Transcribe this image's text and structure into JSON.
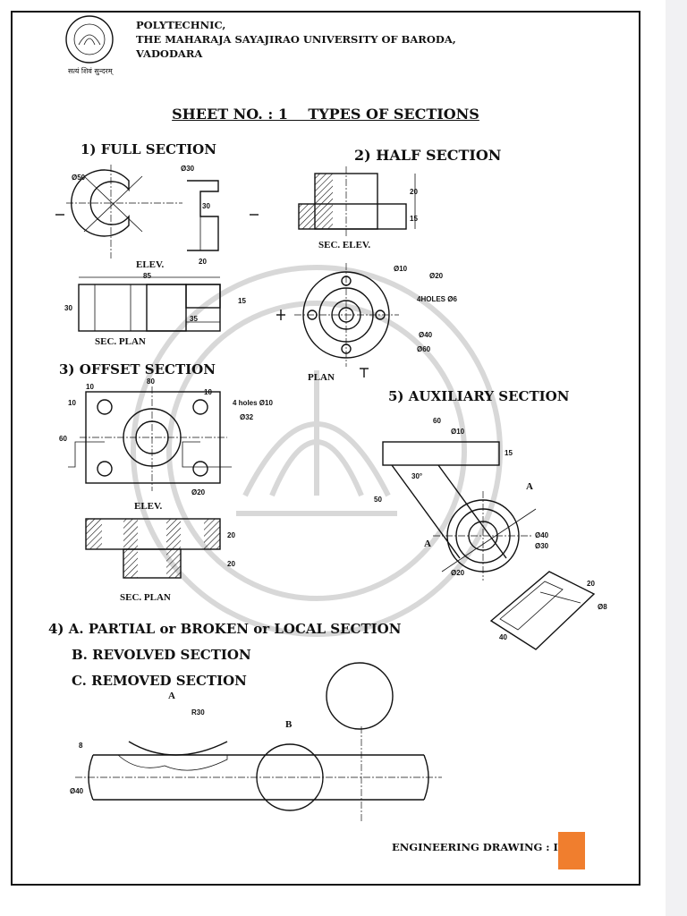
{
  "header": {
    "line1": "POLYTECHNIC,",
    "line2": "THE MAHARAJA SAYAJIRAO UNIVERSITY OF BARODA,",
    "line3": "VADODARA",
    "logo_motto": "सत्यं शिवं सुन्दरम्"
  },
  "sheet_title": "SHEET NO. : 1    TYPES OF SECTIONS",
  "sections": {
    "full": "1) FULL SECTION",
    "half": "2) HALF SECTION",
    "offset": "3) OFFSET SECTION",
    "auxiliary": "5) AUXILIARY SECTION",
    "partial": "4)  A.  PARTIAL or BROKEN or LOCAL SECTION",
    "revolved": "B.  REVOLVED SECTION",
    "removed": "C.  REMOVED SECTION"
  },
  "labels": {
    "elev1": "ELEV.",
    "sec_plan1": "SEC. PLAN",
    "sec_elev": "SEC. ELEV.",
    "plan": "PLAN",
    "elev2": "ELEV.",
    "sec_plan2": "SEC. PLAN",
    "a": "A",
    "b": "B"
  },
  "dims": {
    "d50": "Ø50",
    "d30": "Ø30",
    "n30": "30",
    "n20": "20",
    "n85": "85",
    "n15": "15",
    "n35": "35",
    "n30b": "30",
    "h20": "20",
    "h15": "15",
    "d10": "Ø10",
    "d20": "Ø20",
    "holes6": "4HOLES Ø6",
    "d40": "Ø40",
    "d60": "Ø60",
    "n10a": "10",
    "n80": "80",
    "n10b": "10",
    "n10c": "10",
    "n60": "60",
    "holes10": "4 holes Ø10",
    "d32": "Ø32",
    "d20b": "Ø20",
    "o20a": "20",
    "o20b": "20",
    "a60": "60",
    "ad10": "Ø10",
    "a15": "15",
    "a50": "50",
    "a30deg": "30°",
    "ad40": "Ø40",
    "ad30": "Ø30",
    "ad20": "Ø20",
    "a20": "20",
    "ad8": "Ø8",
    "a40": "40",
    "r30": "R30",
    "s8": "8",
    "s40": "Ø40"
  },
  "footer": "ENGINEERING DRAWING : II",
  "colors": {
    "accent": "#f07e2e",
    "border": "#111111",
    "watermark": "#cfcfcf"
  }
}
